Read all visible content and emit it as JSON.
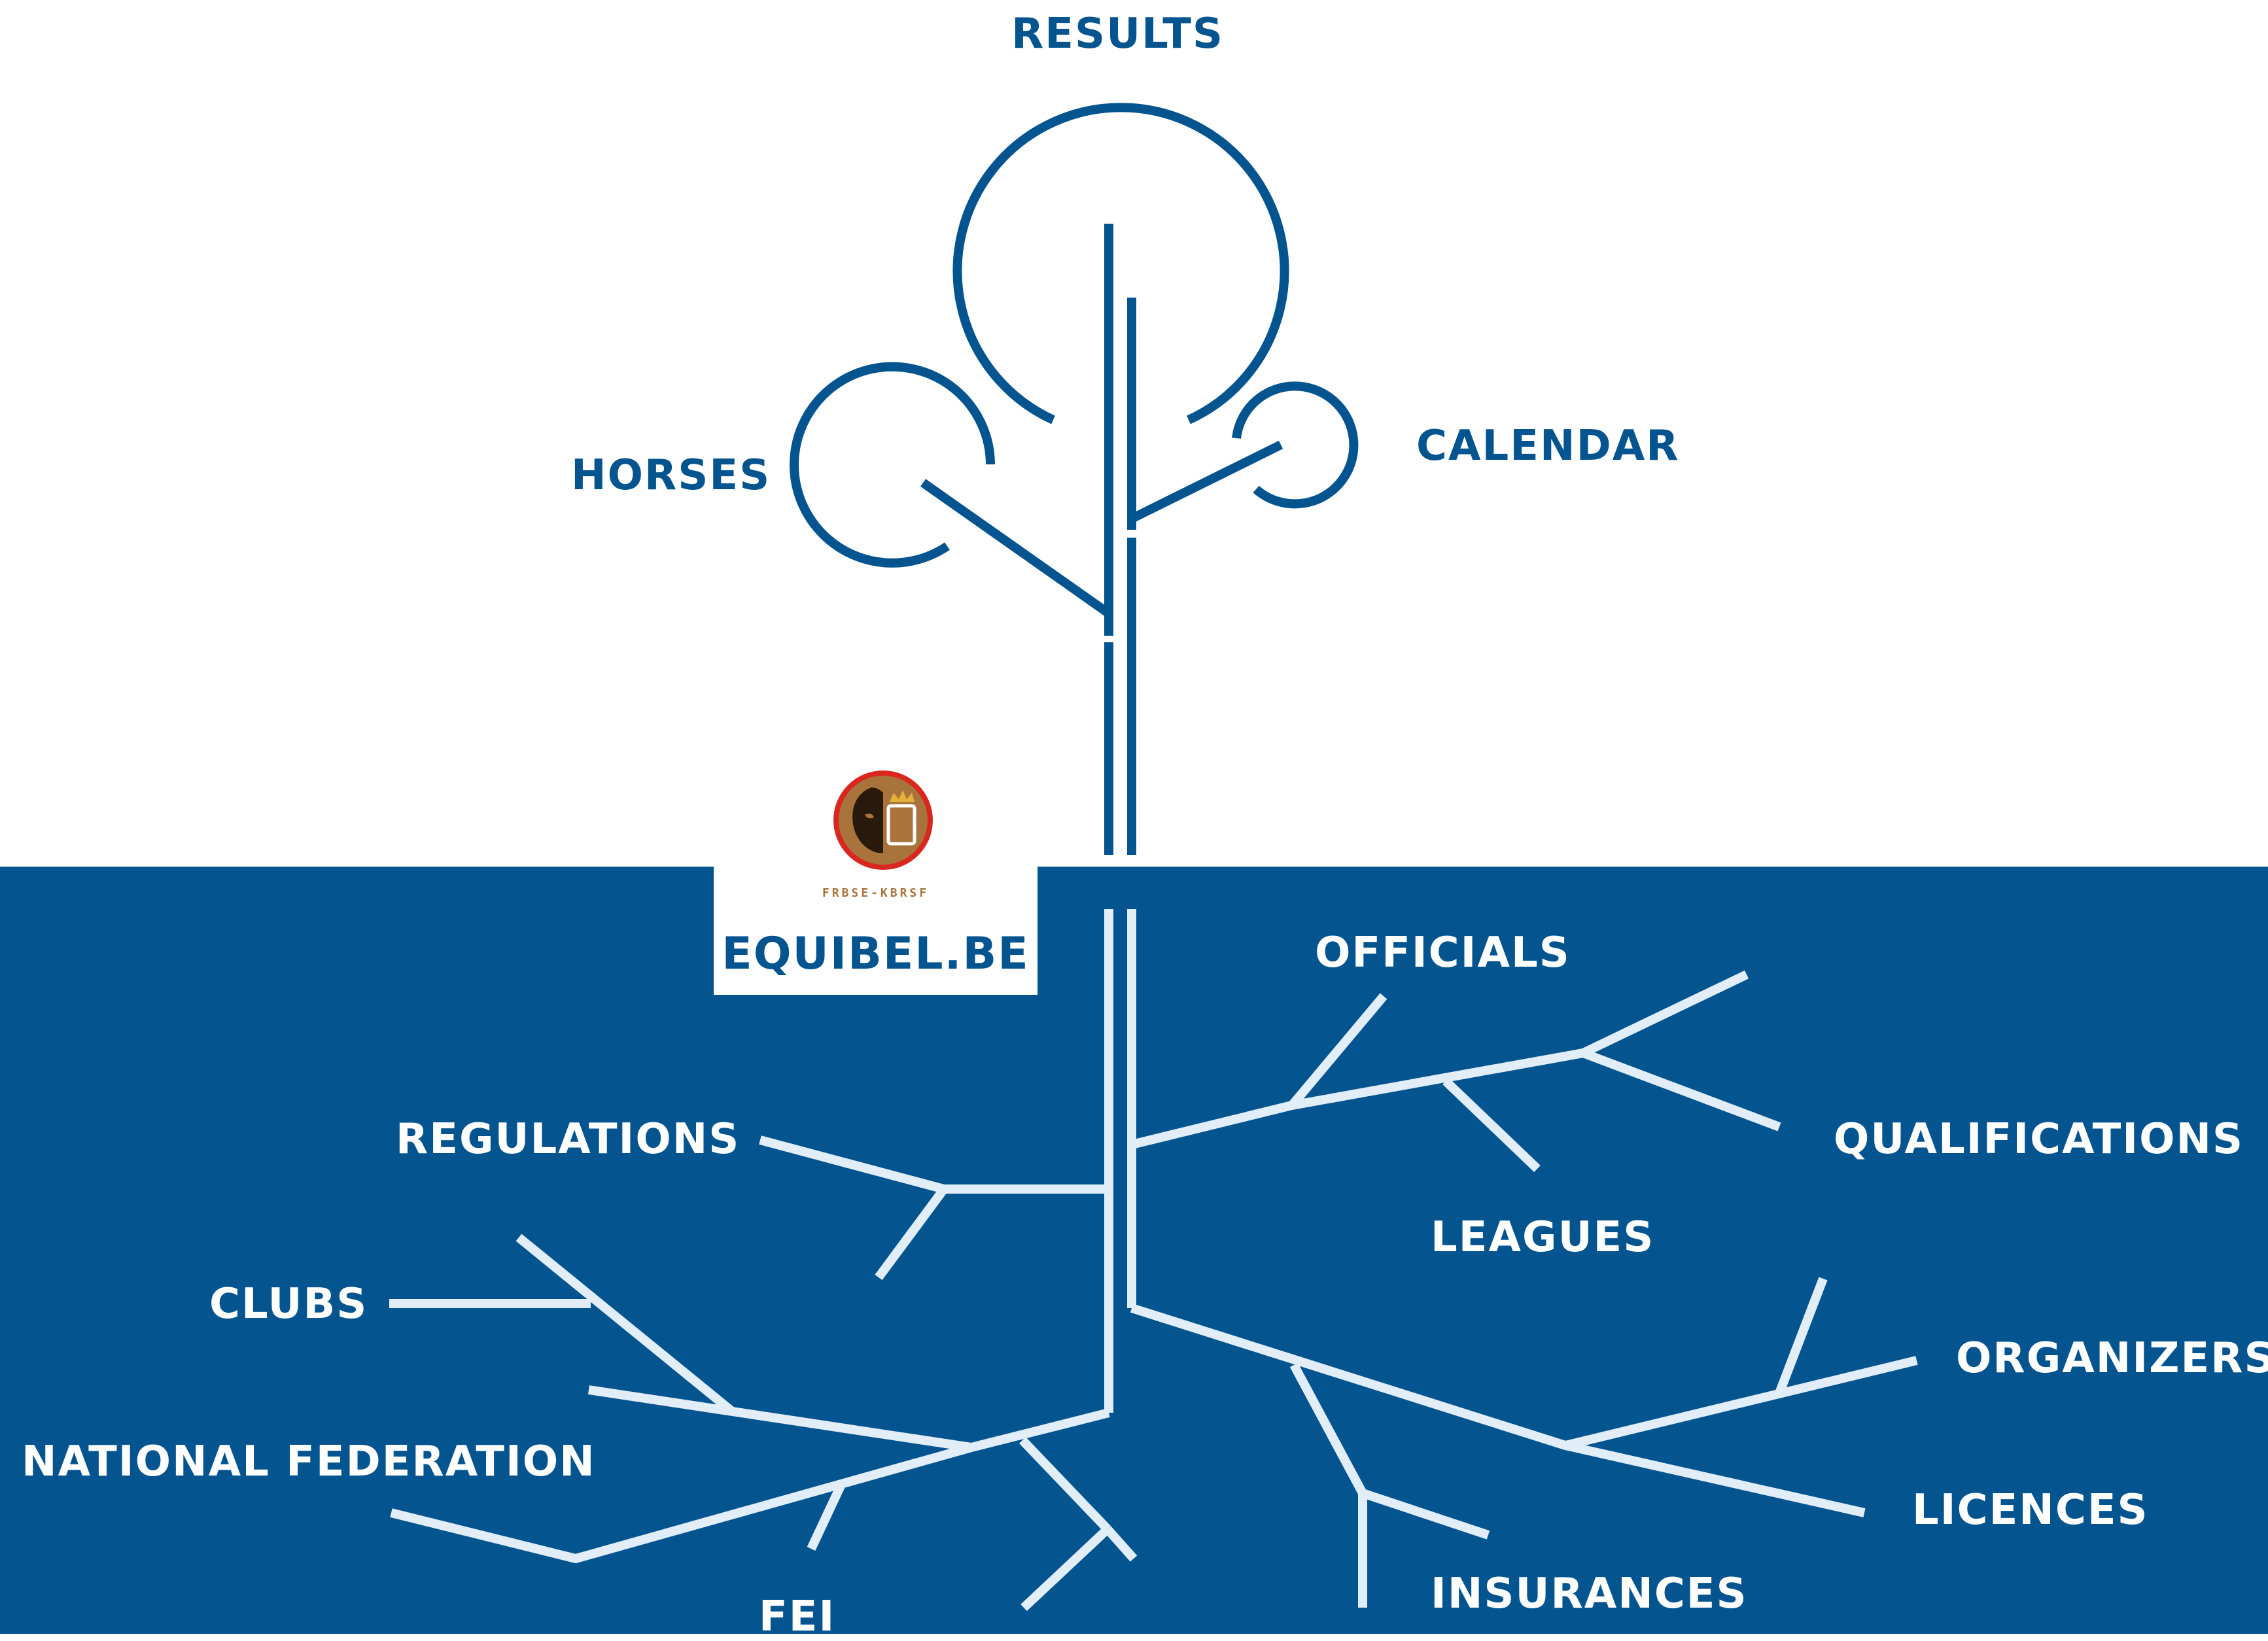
{
  "colors": {
    "brand_blue": "#04548F",
    "root_line": "#E1EEF8",
    "white": "#FFFFFF",
    "emblem_bronze": "#A8743C",
    "emblem_red": "#D9271F",
    "emblem_gold": "#E4B13B"
  },
  "logo": {
    "title": "EQUIBEL.BE",
    "caption": "FRBSE-KBRSF",
    "emblem_icon": "frbse-kbrsf-horse-emblem"
  },
  "branches": {
    "results": "RESULTS",
    "horses": "HORSES",
    "calendar": "CALENDAR"
  },
  "roots": {
    "officials": "OFFICIALS",
    "regulations": "REGULATIONS",
    "qualifications": "QUALIFICATIONS",
    "leagues": "LEAGUES",
    "clubs": "CLUBS",
    "organizers": "ORGANIZERS",
    "national_federation": "NATIONAL FEDERATION",
    "licences": "LICENCES",
    "insurances": "INSURANCES",
    "fei": "FEI"
  }
}
